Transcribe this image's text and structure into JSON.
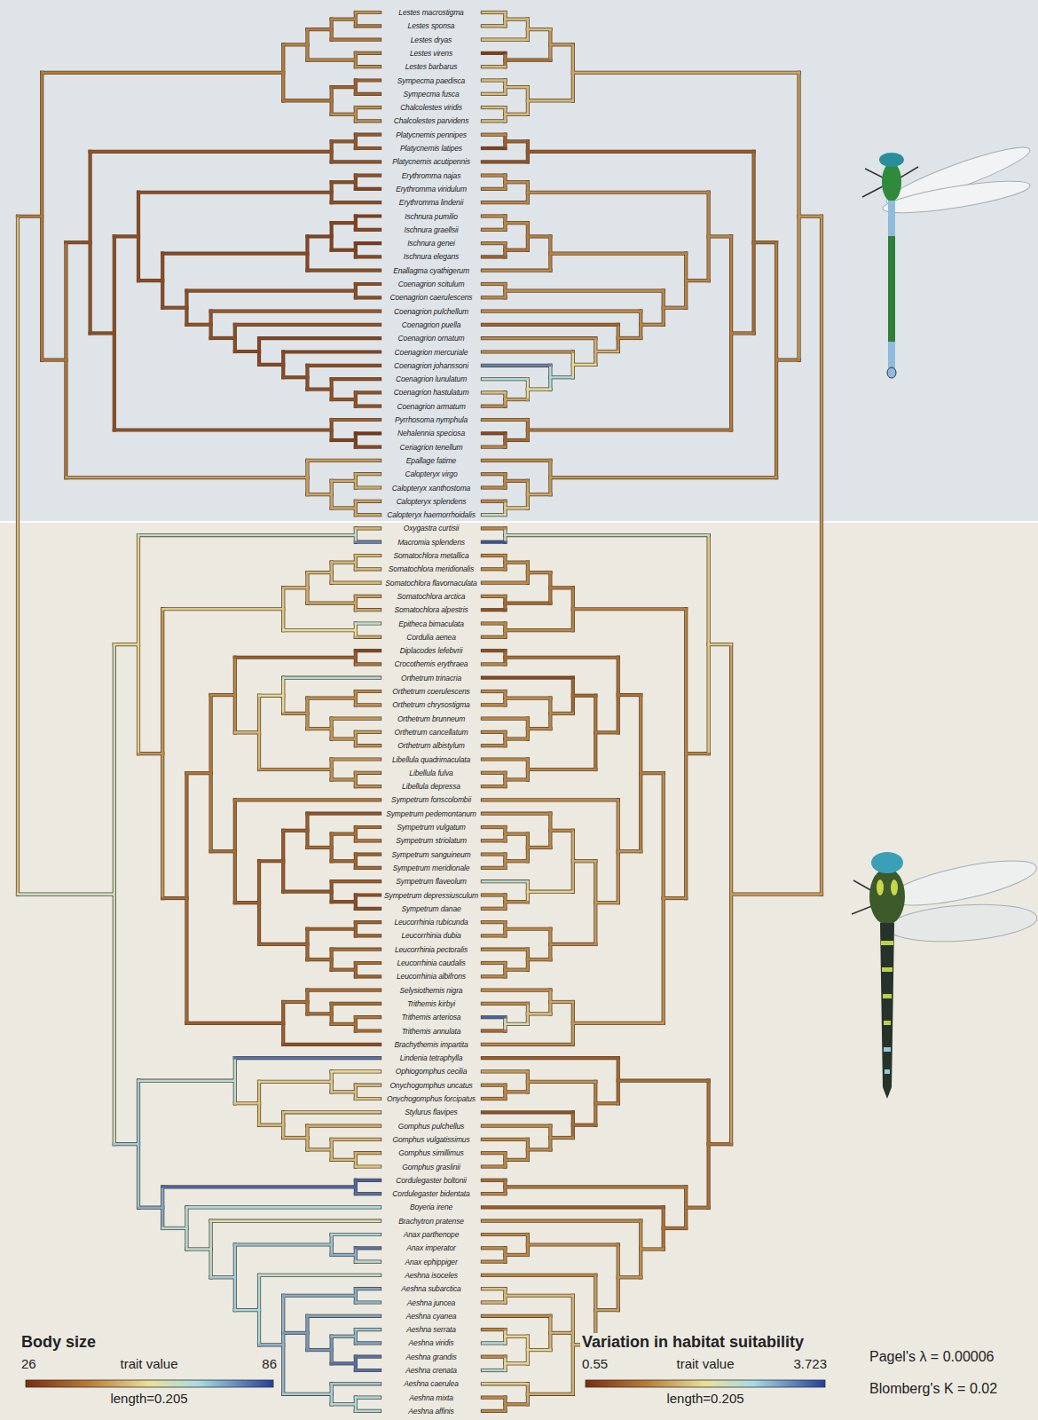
{
  "diagram": {
    "labels": [
      "Lestes macrostigma",
      "Lestes sponsa",
      "Lestes dryas",
      "Lestes virens",
      "Lestes barbarus",
      "Sympecma paedisca",
      "Sympecma fusca",
      "Chalcolestes viridis",
      "Chalcolestes parvidens",
      "Platycnemis pennipes",
      "Platycnemis latipes",
      "Platycnemis acutipennis",
      "Erythromma najas",
      "Erythromma viridulum",
      "Erythromma lindenii",
      "Ischnura pumilio",
      "Ischnura graellsii",
      "Ischnura genei",
      "Ischnura elegans",
      "Enallagma cyathigerum",
      "Coenagrion scitulum",
      "Coenagrion caerulescens",
      "Coenagrion pulchellum",
      "Coenagrion puella",
      "Coenagrion ornatum",
      "Coenagrion mercuriale",
      "Coenagrion johanssoni",
      "Coenagrion lunulatum",
      "Coenagrion hastulatum",
      "Coenagrion armatum",
      "Pyrrhosoma nymphula",
      "Nehalennia speciosa",
      "Ceriagrion tenellum",
      "Epallage fatime",
      "Calopteryx virgo",
      "Calopteryx xanthostoma",
      "Calopteryx splendens",
      "Calopteryx haemorrhoidalis",
      "Oxygastra curtisii",
      "Macromia splendens",
      "Somatochlora metallica",
      "Somatochlora meridionalis",
      "Somatochlora flavomaculata",
      "Somatochlora arctica",
      "Somatochlora alpestris",
      "Epitheca bimaculata",
      "Cordulia aenea",
      "Diplacodes lefebvrii",
      "Crocothemis erythraea",
      "Orthetrum trinacria",
      "Orthetrum coerulescens",
      "Orthetrum chrysostigma",
      "Orthetrum brunneum",
      "Orthetrum cancellatum",
      "Orthetrum albistylum",
      "Libellula quadrimaculata",
      "Libellula fulva",
      "Libellula depressa",
      "Sympetrum fonscolombii",
      "Sympetrum pedemontanum",
      "Sympetrum vulgatum",
      "Sympetrum striolatum",
      "Sympetrum sanguineum",
      "Sympetrum meridionale",
      "Sympetrum flaveolum",
      "Sympetrum depressiusculum",
      "Sympetrum danae",
      "Leucorrhinia rubicunda",
      "Leucorrhinia dubia",
      "Leucorrhinia pectoralis",
      "Leucorrhinia caudalis",
      "Leucorrhinia albifrons",
      "Selysiothemis nigra",
      "Trithemis kirbyi",
      "Trithemis arteriosa",
      "Trithemis annulata",
      "Brachythemis impartita",
      "Lindenia tetraphylla",
      "Ophiogomphus cecilia",
      "Onychogomphus uncatus",
      "Onychogomphus forcipatus",
      "Stylurus flavipes",
      "Gomphus pulchellus",
      "Gomphus vulgatissimus",
      "Gomphus simillimus",
      "Gomphus graslinii",
      "Cordulegaster boltonii",
      "Cordulegaster bidentata",
      "Boyeria irene",
      "Brachytron pratense",
      "Anax parthenope",
      "Anax imperator",
      "Anax ephippiger",
      "Aeshna isoceles",
      "Aeshna subarctica",
      "Aeshna juncea",
      "Aeshna cyanea",
      "Aeshna serrata",
      "Aeshna viridis",
      "Aeshna grandis",
      "Aeshna crenata",
      "Aeshna caerulea",
      "Aeshna mixta",
      "Aeshna affinis",
      "Body size",
      "26",
      "trait value",
      "86",
      "length=0.205",
      "Variation in habitat suitability",
      "0.55",
      "trait value",
      "3.723",
      "length=0.205",
      "Pagel's λ = 0.00006",
      "Blomberg's K = 0.02"
    ]
  }
}
